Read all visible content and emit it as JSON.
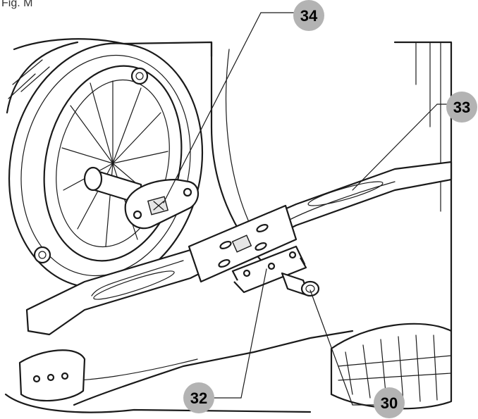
{
  "figure": {
    "label": "Fig. M"
  },
  "colors": {
    "line": "#1a1a1a",
    "callout_bubble": "#b3b3b3",
    "background": "#ffffff"
  },
  "callouts": [
    {
      "id": "34",
      "label": "34"
    },
    {
      "id": "33",
      "label": "33"
    },
    {
      "id": "32",
      "label": "32"
    },
    {
      "id": "30",
      "label": "30"
    }
  ]
}
